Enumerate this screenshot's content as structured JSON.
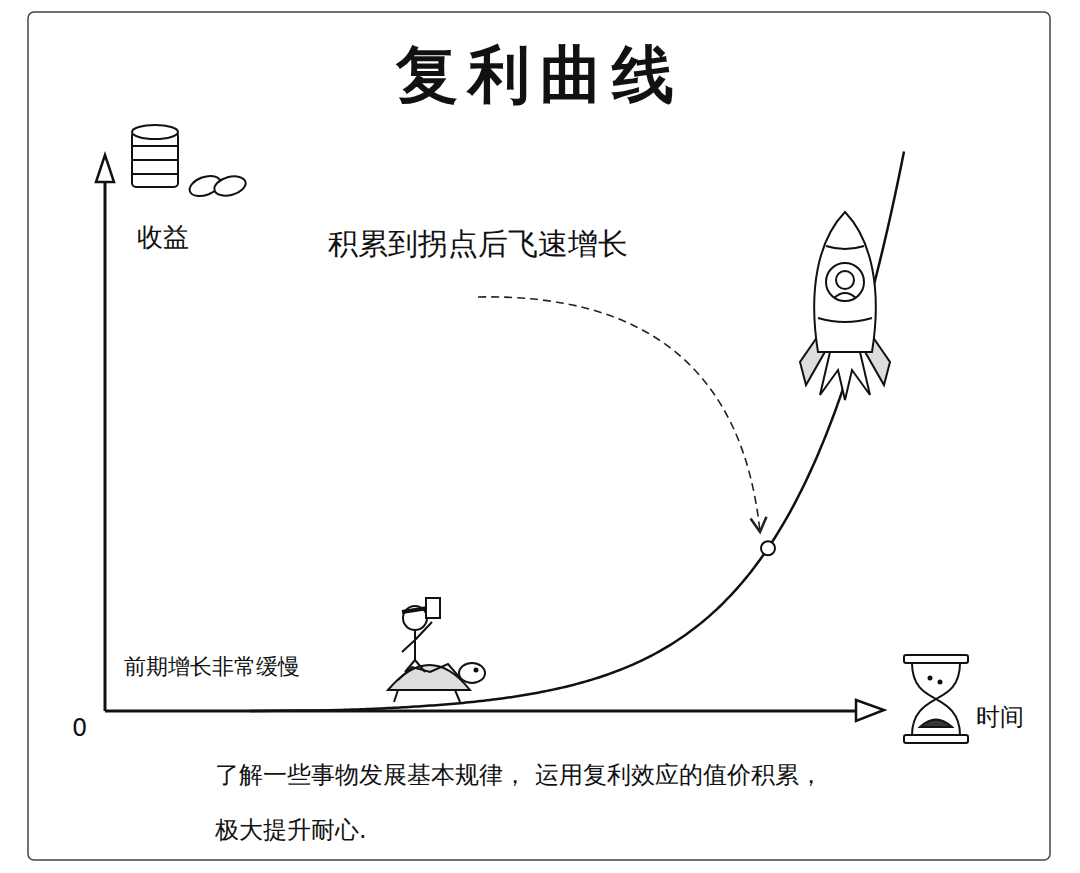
{
  "diagram": {
    "title": "复利曲线",
    "caption": "了解一些事物发展基本规律， 运用复利效应的值价积累，极大提升耐心.",
    "labels": [
      "收益",
      "积累到拐点后飞速增长",
      "前期增长非常缓慢",
      "0",
      "时间"
    ]
  }
}
